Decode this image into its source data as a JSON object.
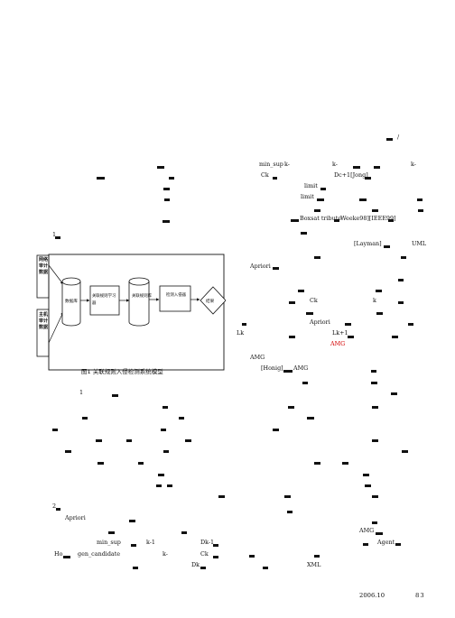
{
  "right_column": {
    "l1_a": "min_sup",
    "l1_b": "k-",
    "l1_c": "k-",
    "l1_d": "k-",
    "l2_a": "Ck",
    "l2_b": "Dc+1[Jong]",
    "l3_a": "limit",
    "l4_a": "limit",
    "l6_a": "Boxsat tribute",
    "l6_b": "Weeke98][IEEE99]",
    "l8_a": "[Layman]",
    "l8_b": "UML",
    "l9_a": "Apriori",
    "l11_a": "Ck",
    "l11_b": "k",
    "l12_a": "Apriori",
    "l13_a": "Lk",
    "l13_b": "Lk+1",
    "l14_red": "AMG",
    "l15_a": "AMG",
    "l16_a": "[Honig]",
    "l16_b": "AMG",
    "bottom_a": "AMG",
    "bottom_b": "Agent",
    "bottom_c": "XML"
  },
  "left_column": {
    "sec1": "1",
    "para1_start": "1",
    "sec2": "2",
    "apriori": "Apriori",
    "minsup": "min_sup",
    "km1": "k-1",
    "dk1": "Dk-1",
    "ho": "Ho",
    "gen": "gen_candidate",
    "k_": "k-",
    "ck": "Ck",
    "dk": "Dk"
  },
  "figure": {
    "caption": "图1 关联规则入侵检测系统模型",
    "left_label_top": "网络审计数据",
    "left_label_bottom": "主机审计数据",
    "node_db": "数据库",
    "node_rules": "关联规则学习器",
    "node_kb": "关联规则库",
    "node_detector": "检测入侵器",
    "node_result": "结果"
  },
  "footer": {
    "date": "2006.10",
    "page": "83"
  },
  "header": {
    "mark": "/"
  }
}
